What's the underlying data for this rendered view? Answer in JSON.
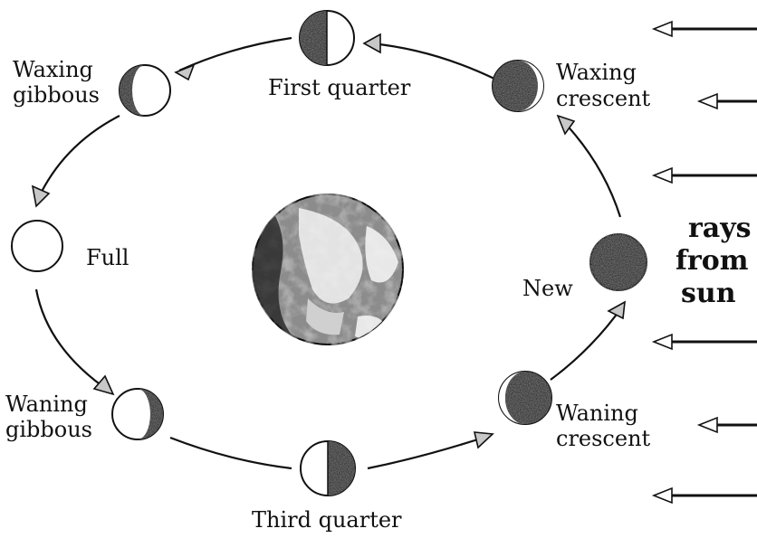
{
  "colors": {
    "ink": "#111111",
    "shadow": "#3a3a3a",
    "arrowhead_fill": "#c8c8c8",
    "earth_land": "#f2f2f2",
    "earth_ocean": "#8c8c8c"
  },
  "phases": {
    "first_quarter": {
      "label": "First quarter",
      "lit": "right"
    },
    "waxing_gibbous": {
      "label_line1": "Waxing",
      "label_line2": "gibbous",
      "lit": "mostly-right"
    },
    "full": {
      "label": "Full",
      "lit": "all"
    },
    "waning_gibbous": {
      "label_line1": "Waning",
      "label_line2": "gibbous",
      "lit": "mostly-left"
    },
    "third_quarter": {
      "label": "Third quarter",
      "lit": "left"
    },
    "waning_crescent": {
      "label_line1": "Waning",
      "label_line2": "crescent",
      "lit": "thin-left"
    },
    "new": {
      "label": "New",
      "lit": "none"
    },
    "waxing_crescent": {
      "label_line1": "Waxing",
      "label_line2": "crescent",
      "lit": "thin-right"
    }
  },
  "sun": {
    "line1": "rays",
    "line2": "from",
    "line3": "sun"
  },
  "center": {
    "icon": "earth-icon"
  }
}
